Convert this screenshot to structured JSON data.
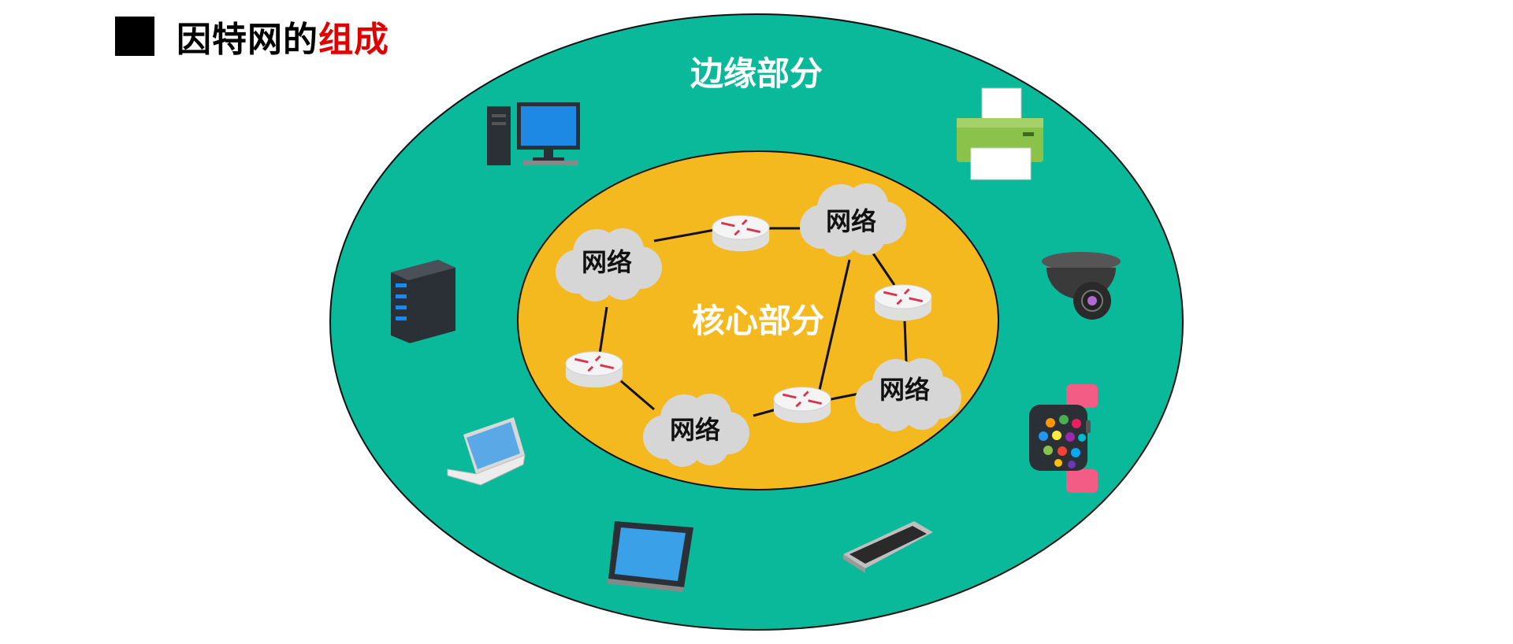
{
  "title": {
    "prefix": "因特网的",
    "accent": "组成"
  },
  "diagram": {
    "edge_label": "边缘部分",
    "core_label": "核心部分",
    "cloud_label": "网络"
  },
  "edge_devices": [
    "desktop-computer-icon",
    "printer-icon",
    "server-icon",
    "security-camera-icon",
    "laptop-icon",
    "smartwatch-icon",
    "tablet-icon",
    "smartphone-icon"
  ],
  "colors": {
    "edge": "#0ab89a",
    "core": "#f4b91f",
    "title_accent": "#e00000",
    "router_arrow": "#d8344f"
  }
}
